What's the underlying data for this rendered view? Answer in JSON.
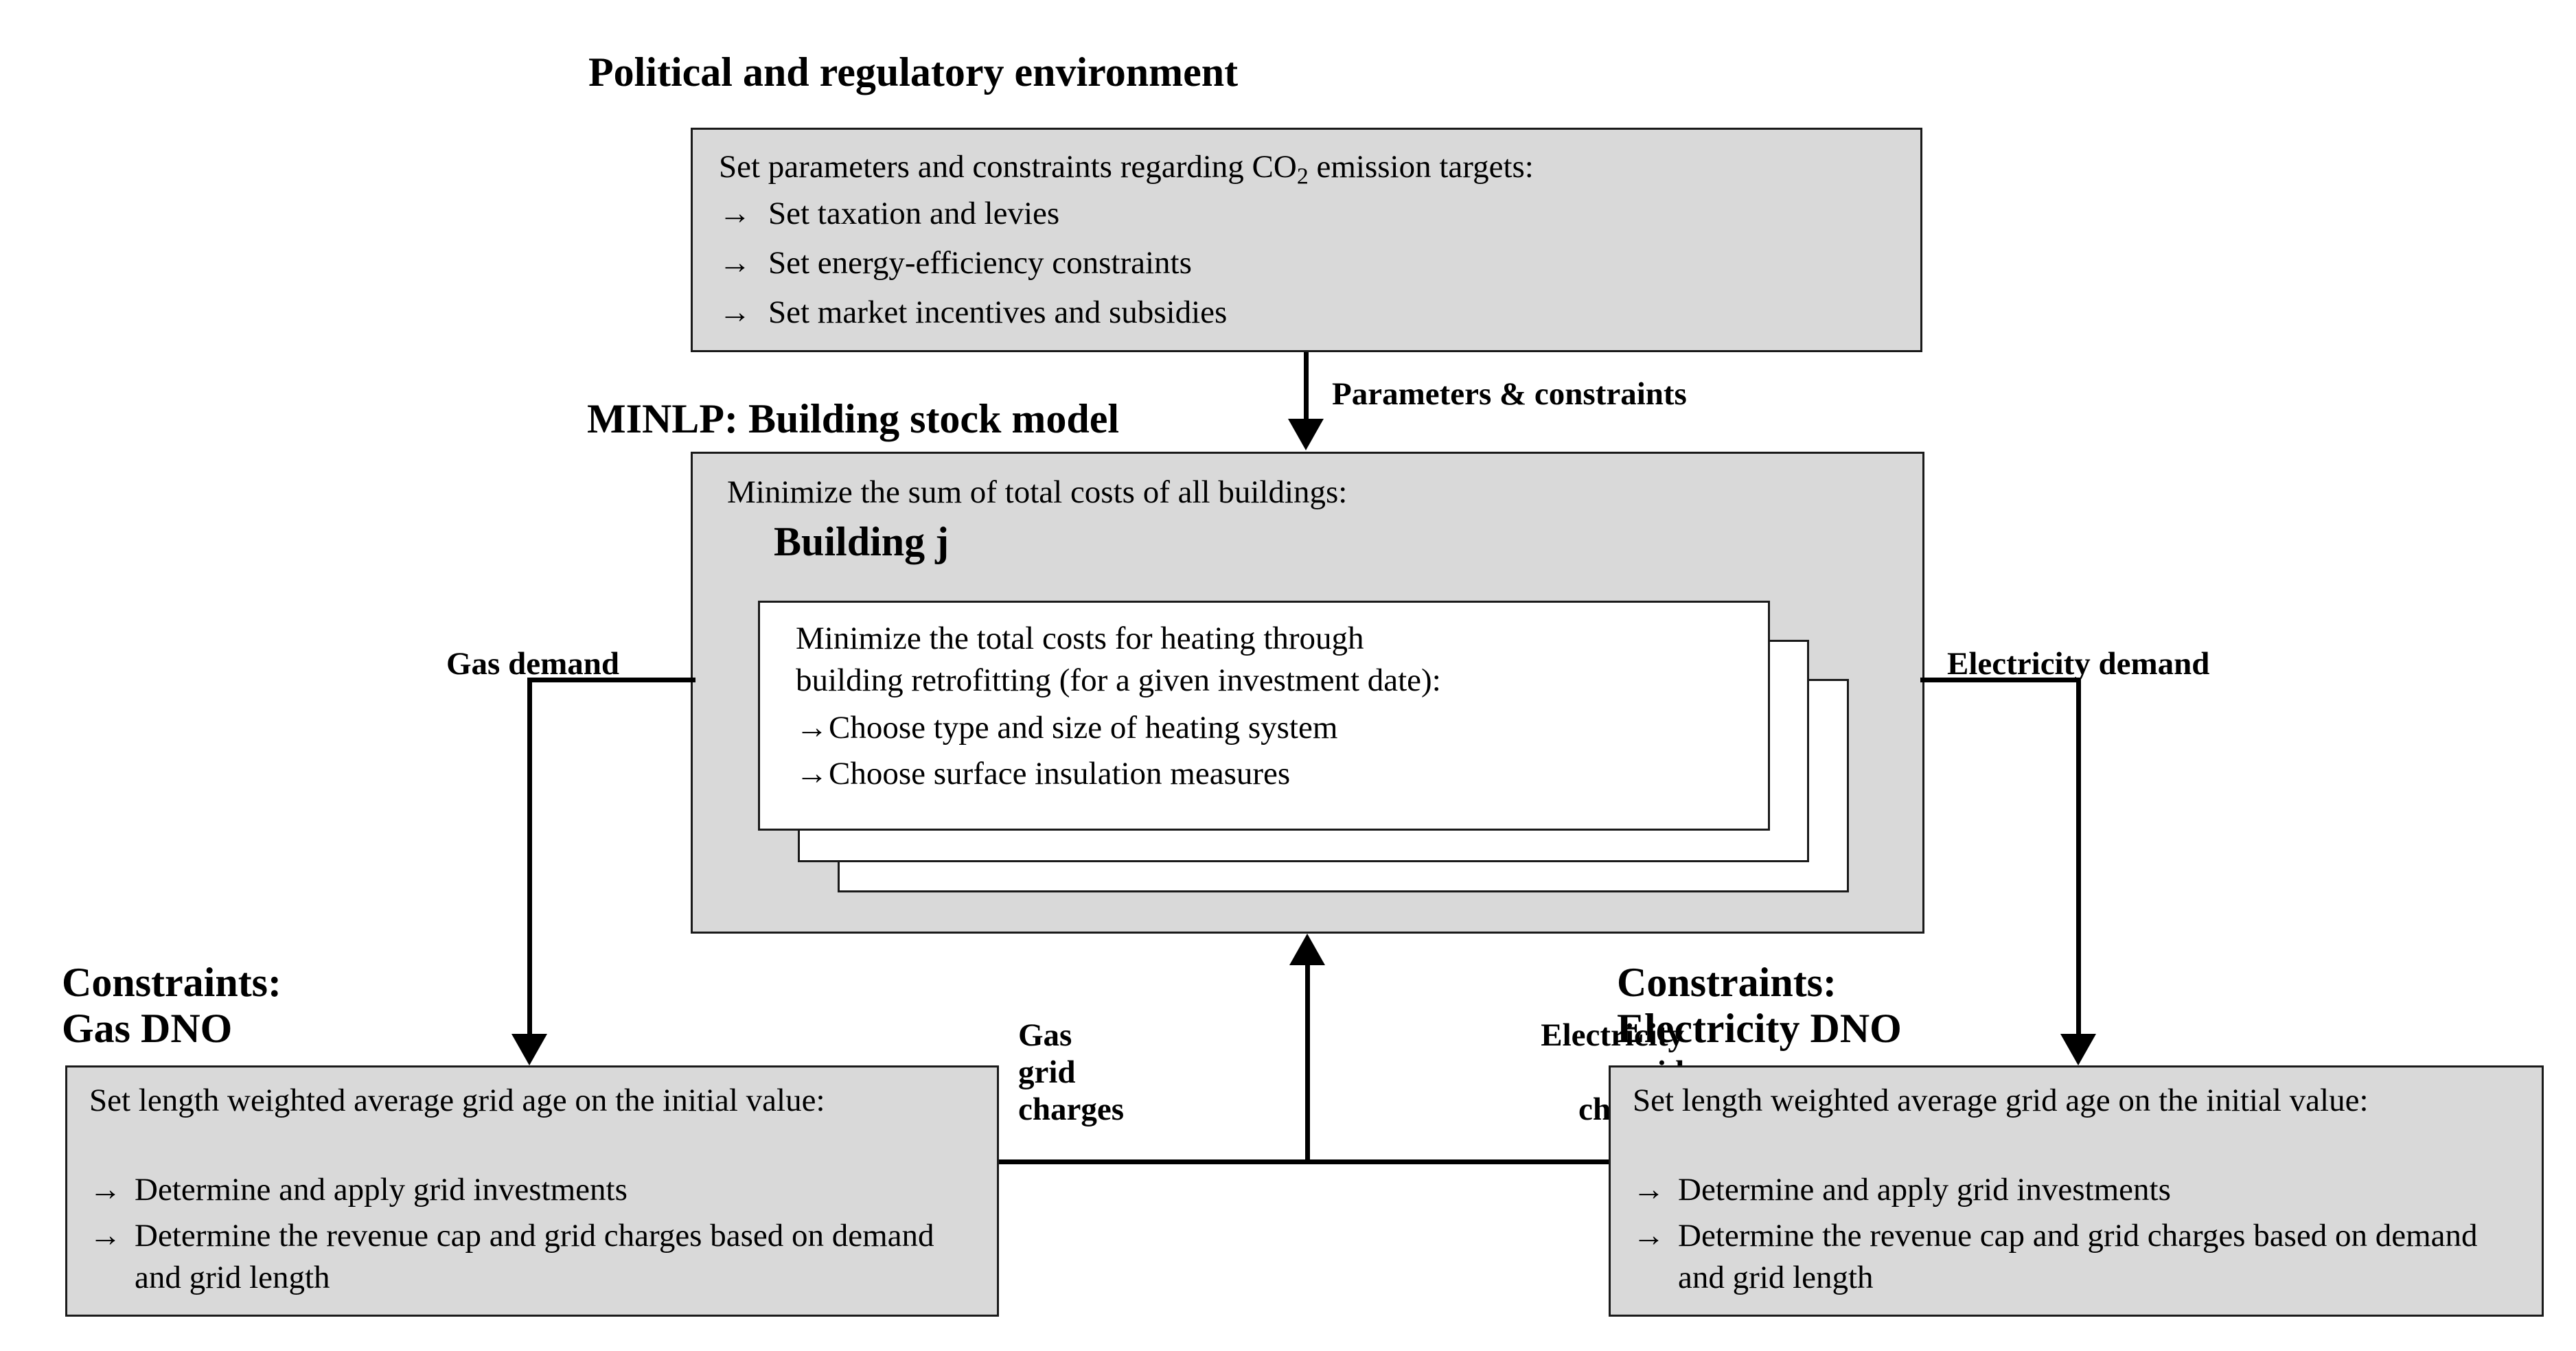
{
  "diagram": {
    "title_political": "Political and regulatory environment",
    "title_minlp": "MINLP: Building stock model",
    "title_building_j": "Building j",
    "constraints_gas_line1": "Constraints:",
    "constraints_gas_line2": "Gas DNO",
    "constraints_elec_line1": "Constraints:",
    "constraints_elec_line2": "Electricity DNO"
  },
  "political_box": {
    "heading_pre": "Set parameters and constraints regarding CO",
    "heading_sub": "2",
    "heading_post": " emission targets:",
    "arrow_glyph": "→",
    "bullets": [
      "Set taxation and levies",
      "Set energy-efficiency constraints",
      "Set market incentives and subsidies"
    ]
  },
  "minlp_box": {
    "heading": "Minimize the sum of total costs of all buildings:"
  },
  "building_box": {
    "line1": "Minimize the total costs for heating through",
    "line2": "building retrofitting (for a given investment date):",
    "arrow_glyph": "→",
    "bullets": [
      "Choose type and size of heating system",
      "Choose surface insulation measures"
    ]
  },
  "gas_dno_box": {
    "heading": "Set length weighted average grid age on the initial value:",
    "arrow_glyph": "→",
    "bullets": [
      "Determine and apply grid investments",
      "Determine the revenue cap and grid charges based on demand and grid length"
    ]
  },
  "elec_dno_box": {
    "heading": "Set length weighted average grid age on the initial value:",
    "arrow_glyph": "→",
    "bullets": [
      "Determine and apply grid investments",
      "Determine the revenue cap and grid charges based on demand and grid length"
    ]
  },
  "connectors": {
    "params_constraints": "Parameters & constraints",
    "gas_demand": "Gas demand",
    "electricity_demand": "Electricity demand",
    "gas_grid_charges_l1": "Gas",
    "gas_grid_charges_l2": "grid",
    "gas_grid_charges_l3": "charges",
    "elec_grid_charges_l1": "Electricity",
    "elec_grid_charges_l2": "grid",
    "elec_grid_charges_l3": "charges"
  },
  "colors": {
    "box_fill": "#d9d9d9",
    "box_stroke": "#1a1a1a",
    "inner_fill": "#ffffff",
    "page_bg": "#ffffff"
  }
}
